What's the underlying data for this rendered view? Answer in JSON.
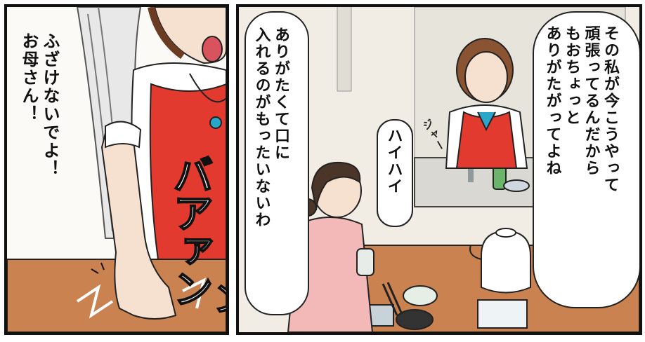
{
  "panel_left": {
    "speech": "ふざけないでよ！\nお母さん！",
    "sfx_slam": "バアァン",
    "sfx_slam2": "ン"
  },
  "panel_right": {
    "speech_mother": "その私が今こうやって\n頑張ってるんだから\nもおちょっと\nありがたがってよね",
    "speech_grandma_1": "ありがたくて口に\n入れるのがもったいないわ",
    "speech_grandma_2": "ハイハイ",
    "sfx_water": "ジャー"
  },
  "colors": {
    "apron": "#e23a2e",
    "table": "#c98250",
    "grandma_shirt": "#f3b8b8",
    "faucet": "#8f9a9a"
  }
}
